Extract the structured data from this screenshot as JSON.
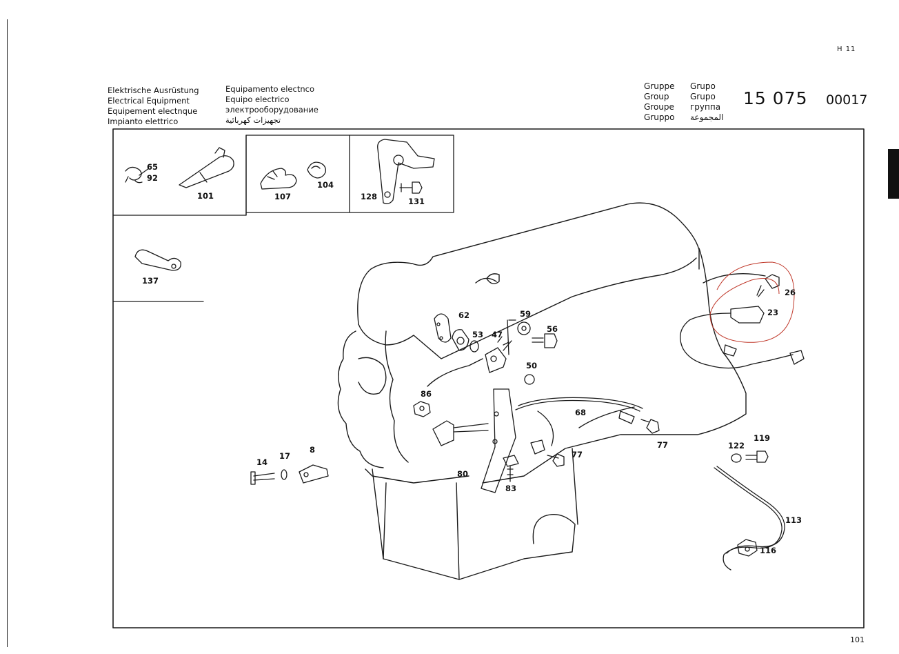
{
  "page_ref": "H 11",
  "page_number": "101",
  "header": {
    "titles_left": [
      "Elektrische Ausrüstung",
      "Electrical Equipment",
      "Equipement electnque",
      "Impianto elettrico"
    ],
    "titles_right": [
      "Equipamento electnco",
      "Equipo electrico",
      "электрооборудование",
      "تجهيزات كهربائية"
    ],
    "group_labels_left": [
      "Gruppe",
      "Group",
      "Groupe",
      "Gruppo"
    ],
    "group_labels_right": [
      "Grupo",
      "Grupo",
      "группа",
      "المجموعة"
    ],
    "group_number": "15 075",
    "group_code": "00017"
  },
  "part_labels": {
    "p65": "65",
    "p92": "92",
    "p101": "101",
    "p107": "107",
    "p104": "104",
    "p128": "128",
    "p131": "131",
    "p137": "137",
    "p26": "26",
    "p23": "23",
    "p62": "62",
    "p53": "53",
    "p47": "47",
    "p59": "59",
    "p56": "56",
    "p50": "50",
    "p86": "86",
    "p68": "68",
    "p77a": "77",
    "p77b": "77",
    "p80": "80",
    "p83": "83",
    "p14": "14",
    "p17": "17",
    "p8": "8",
    "p122": "122",
    "p119": "119",
    "p113": "113",
    "p116": "116"
  },
  "colors": {
    "line": "#1a1a1a",
    "annotation_circle": "#c0392b"
  }
}
